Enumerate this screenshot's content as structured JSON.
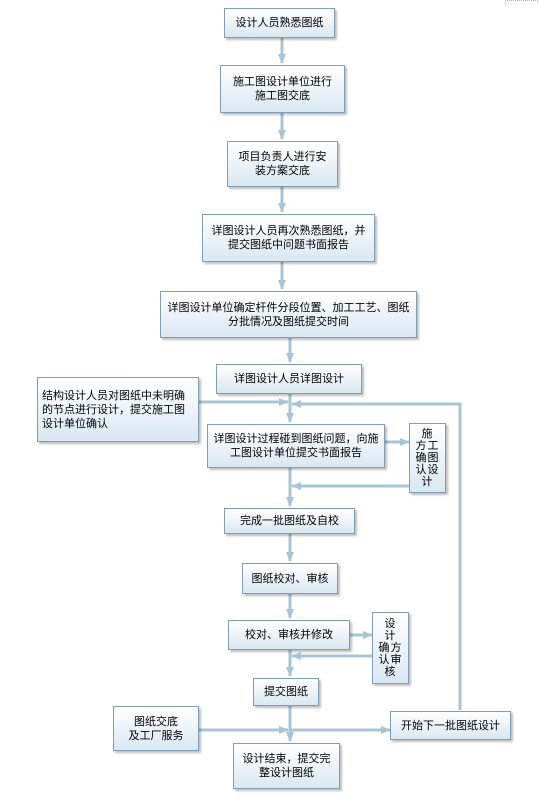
{
  "nodes": {
    "n1": "设计人员熟悉图纸",
    "n2": "施工图设计单位进行\n施工图交底",
    "n3": "项目负责人进行安\n装方案交底",
    "n4": "详图设计人员再次熟悉图纸，并\n提交图纸中问题书面报告",
    "n5": "详图设计单位确定杆件分段位置、加工工艺、图纸\n分批情况及图纸提交时间",
    "n6": "详图设计人员详图设计",
    "n7": "结构设计人员对图纸中未明确\n的节点进行设计，提交施工图\n设计单位确认",
    "n8": "详图设计过程碰到图纸问题，向施\n工图设计单位提交书面报告",
    "n9": "施\n方工\n确图\n认设\n 计",
    "n10": "完成一批图纸及自校",
    "n11": "图纸校对、审核",
    "n12": "校对、审核并修改",
    "n13": "设\n计\n确方\n认审\n 核",
    "n14": "提交图纸",
    "n15": "图纸交底\n及工厂服务",
    "n16": "开始下一批图纸设计",
    "n17": "设计结束，提交完\n整设计图纸"
  }
}
